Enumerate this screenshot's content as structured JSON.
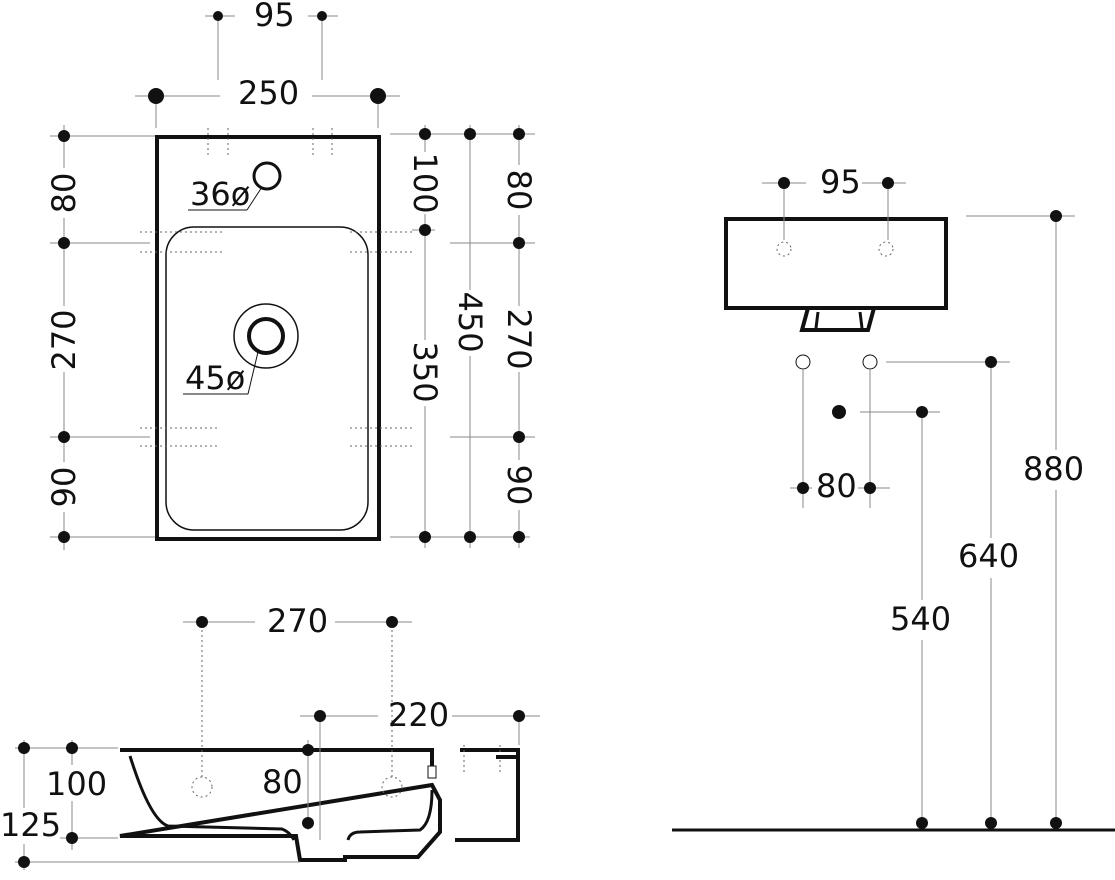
{
  "top_view": {
    "d95": "95",
    "d250": "250",
    "d36": "36ø",
    "d45": "45ø",
    "left80": "80",
    "left270": "270",
    "left90": "90",
    "r100": "100",
    "r450": "450",
    "r350": "350",
    "r80": "80",
    "r270": "270",
    "r90": "90"
  },
  "section_view": {
    "d270": "270",
    "d220": "220",
    "d80": "80",
    "d100": "100",
    "d125": "125"
  },
  "front_view": {
    "d95": "95",
    "d80": "80",
    "d880": "880",
    "d640": "640",
    "d540": "540"
  }
}
